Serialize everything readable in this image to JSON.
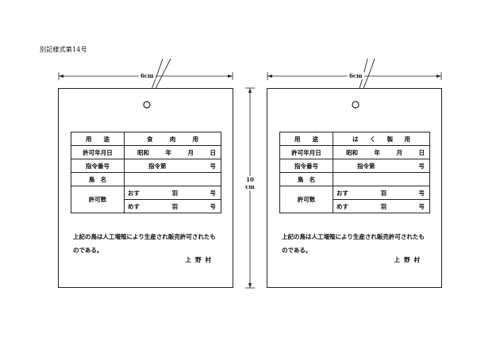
{
  "form_title": "別記様式第14号",
  "dimensions": {
    "width_label": "6cm",
    "height_value": "10",
    "height_unit": "cm"
  },
  "tags": [
    {
      "rows": {
        "purpose": {
          "label": "用　　途",
          "value": [
            "食",
            "肉",
            "用"
          ]
        },
        "date": {
          "label": "許可年月日",
          "era": "昭和",
          "year": "年",
          "month": "月",
          "day": "日"
        },
        "order": {
          "label": "指令番号",
          "prefix": "指令第",
          "suffix": "号"
        },
        "bird": {
          "label": "鳥　名",
          "value": ""
        },
        "count": {
          "label": "許可数",
          "male": "おす",
          "female": "めす",
          "unit": "羽",
          "suffix": "号"
        }
      },
      "note": "上記の鳥は人工増殖により生産され販売許可されたものである。",
      "issuer": "上野村"
    },
    {
      "rows": {
        "purpose": {
          "label": "用　　途",
          "value": [
            "は",
            "く",
            "製",
            "用"
          ]
        },
        "date": {
          "label": "許可年月日",
          "era": "昭和",
          "year": "年",
          "month": "月",
          "day": "日"
        },
        "order": {
          "label": "指令番号",
          "prefix": "指令第",
          "suffix": "号"
        },
        "bird": {
          "label": "鳥　名",
          "value": ""
        },
        "count": {
          "label": "許可数",
          "male": "おす",
          "female": "めす",
          "unit": "羽",
          "suffix": "号"
        }
      },
      "note": "上記の鳥は人工増殖により生産され販売許可されたものである。",
      "issuer": "上野村"
    }
  ]
}
